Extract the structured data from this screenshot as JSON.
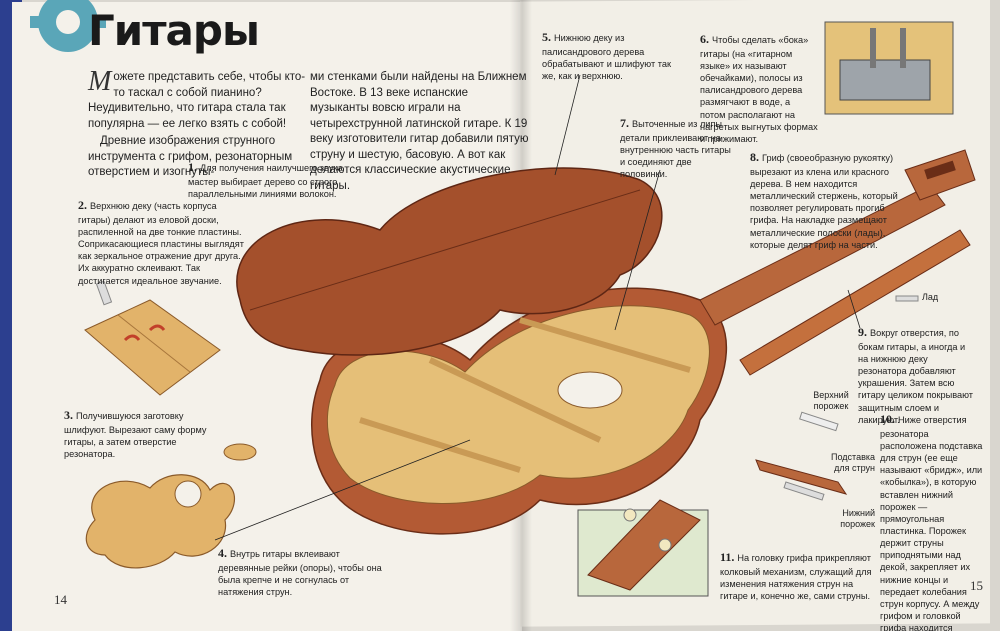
{
  "page": {
    "title": "Гитары",
    "page_left": "14",
    "page_right": "15"
  },
  "intro": {
    "dropcap": "М",
    "col1_p1_rest": "ожете представить себе, чтобы кто-то таскал с собой пианино? Неудивительно, что гитара стала так популярна — ее легко взять с собой!",
    "col1_p2": "Древние изображения струнного инструмента с грифом, резонаторным отверстием и изогнуты-",
    "col2": "ми стенками были найдены на Ближнем Востоке. В 13 веке испанские музыканты вовсю играли на четырехструнной латинской гитаре. К 19 веку изготовители гитар добавили пятую струну и шестую, басовую. А вот как делаются классические акустические гитары."
  },
  "steps": [
    {
      "num": "1.",
      "text": "Для получения наилучшего звука мастер выбирает дерево со строго параллельными линиями волокон."
    },
    {
      "num": "2.",
      "text": "Верхнюю деку (часть корпуса гитары) делают из еловой доски, распиленной на две тонкие пластины. Соприкасающиеся пластины выглядят как зеркальное отражение друг друга. Их аккуратно склеивают. Так достигается идеальное звучание."
    },
    {
      "num": "3.",
      "text": "Получившуюся заготовку шлифуют. Вырезают саму форму гитары, а затем отверстие резонатора."
    },
    {
      "num": "4.",
      "text": "Внутрь гитары вклеивают деревянные рейки (опоры), чтобы она была крепче и не согнулась от натяжения струн."
    },
    {
      "num": "5.",
      "text": "Нижнюю деку из палисандрового дерева обрабатывают и шлифуют так же, как и верхнюю."
    },
    {
      "num": "6.",
      "text": "Чтобы сделать «бока» гитары (на «гитарном языке» их называют обечайками), полосы из палисандрового дерева размягчают в воде, а потом располагают на нагретых выгнутых формах и прижимают."
    },
    {
      "num": "7.",
      "text": "Выточенные из липы детали приклеивают на внутреннюю часть гитары и соединяют две половинки."
    },
    {
      "num": "8.",
      "text": "Гриф (своеобразную рукоятку) вырезают из клена или красного дерева. В нем находится металлический стержень, который позволяет регулировать прогиб грифа. На накладке размещают металлические полоски (лады), которые делят гриф на части."
    },
    {
      "num": "9.",
      "text": "Вокруг отверстия, по бокам гитары, а иногда и на нижнюю деку резонатора добавляют украшения. Затем всю гитару целиком покрывают защитным слоем и лакируют."
    },
    {
      "num": "10.",
      "text": "Ниже отверстия резонатора расположена подставка для струн (ее еще называют «бридж», или «кобылка»), в которую вставлен нижний порожек — прямоугольная пластинка. Порожек держит струны приподнятыми над декой, закрепляет их нижние концы и передает колебания струн корпусу. А между грифом и головкой грифа находится верхний порожек."
    },
    {
      "num": "11.",
      "text": "На головку грифа прикрепляют колковый механизм, служащий для изменения натяжения струн на гитаре и, конечно же, сами струны."
    }
  ],
  "labels": {
    "frets": "Лад",
    "upper_nut": "Верхний порожек",
    "bridge": "Подставка для струн",
    "lower_nut": "Нижний порожек"
  },
  "colors": {
    "paper": "#f4f1ea",
    "wood_dark": "#9c4a2a",
    "wood_light": "#e0b36a",
    "binding": "#2c3f8f"
  }
}
